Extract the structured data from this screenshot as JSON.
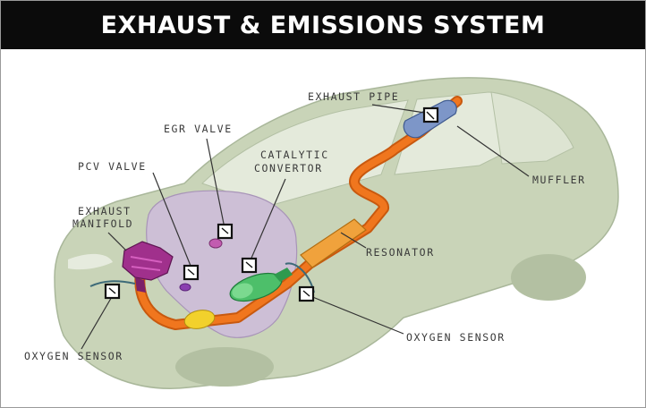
{
  "title": "EXHAUST & EMISSIONS SYSTEM",
  "labels": {
    "exhaust_pipe": "EXHAUST PIPE",
    "egr_valve": "EGR VALVE",
    "catalytic_line1": "CATALYTIC",
    "catalytic_line2": "CONVERTOR",
    "pcv_valve": "PCV VALVE",
    "manifold_line1": "EXHAUST",
    "manifold_line2": "MANIFOLD",
    "muffler": "MUFFLER",
    "resonator": "RESONATOR",
    "oxygen_sensor_right": "OXYGEN SENSOR",
    "oxygen_sensor_left": "OXYGEN SENSOR"
  },
  "colors": {
    "title_bg": "#0b0b0b",
    "car_body": "#c9d4b8",
    "engine": "#cdbfd6",
    "exhaust_pipe": "#f0761e",
    "catalytic": "#4dbf6a",
    "resonator": "#f0a23c",
    "muffler": "#7d96c8",
    "manifold": "#a0308c",
    "leader_line": "#333333"
  }
}
